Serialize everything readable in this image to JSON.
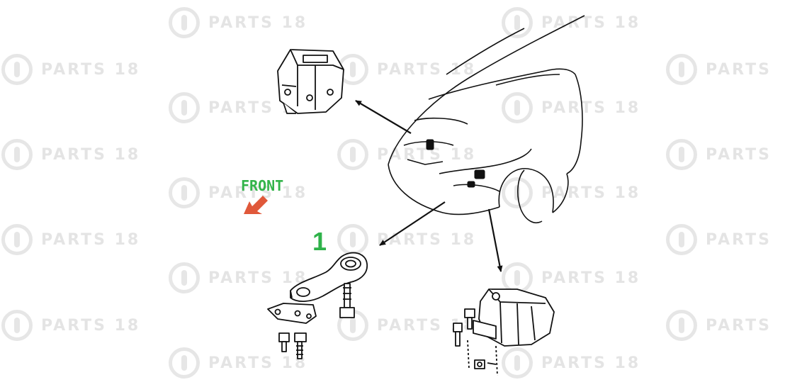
{
  "watermark": {
    "text": "PARTS 18",
    "text_short": "PARTS",
    "color": "#b3b3b3"
  },
  "front_label": "FRONT",
  "front_arrow_color": "#e0583a",
  "callout_number": "1",
  "callout_color": "#2fb24a"
}
